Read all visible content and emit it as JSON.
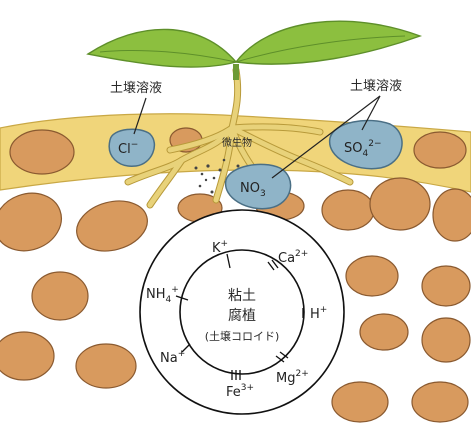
{
  "labels": {
    "soil_solution_left": "土壌溶液",
    "soil_solution_right": "土壌溶液",
    "microbe": "微生物",
    "center_line1": "粘土",
    "center_line2": "腐植",
    "center_line3": "(土壌コロイド)"
  },
  "anions": {
    "cl": {
      "base": "Cl",
      "sup": "−"
    },
    "no3": {
      "base": "NO",
      "sub": "3"
    },
    "so4": {
      "base": "SO",
      "sub": "4",
      "sup": "2−"
    }
  },
  "cations": {
    "k": {
      "base": "K",
      "sup": "+"
    },
    "ca": {
      "base": "Ca",
      "sup": "2+"
    },
    "nh4": {
      "base": "NH",
      "sub": "4",
      "sup": "+"
    },
    "h": {
      "base": "H",
      "sup": "+"
    },
    "na": {
      "base": "Na",
      "sup": "+"
    },
    "fe": {
      "base": "Fe",
      "sup": "3+"
    },
    "mg": {
      "base": "Mg",
      "sup": "2+"
    }
  },
  "colors": {
    "leaf": "#8cbf3f",
    "leaf_dark": "#5e8f2a",
    "root": "#e8d27a",
    "root_edge": "#b89a3a",
    "organic_layer": "#f0d57a",
    "soil_particle": "#d89a5e",
    "soil_edge": "#8a5a30",
    "solution_blob": "#8fb4c8",
    "solution_edge": "#4a6f85",
    "colloid_ring": "#111111"
  }
}
